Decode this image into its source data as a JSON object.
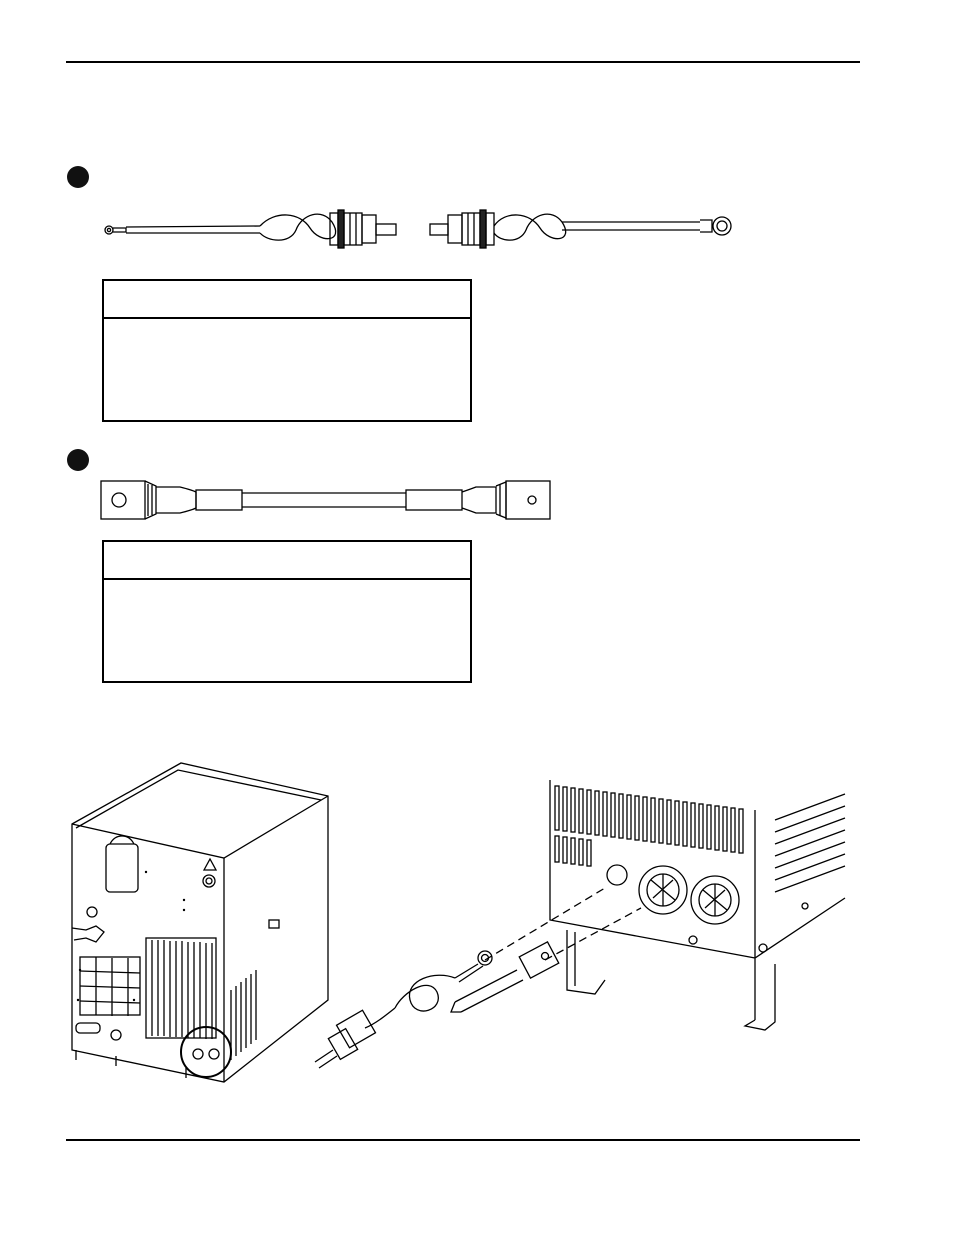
{
  "page": {
    "background": "#ffffff",
    "ink": "#000000"
  },
  "sections": [
    {
      "id": "1",
      "icon": "filled-circle-bullet",
      "part": "ground-lead-with-ring-terminals",
      "table": {
        "header": "",
        "body": ""
      }
    },
    {
      "id": "2",
      "icon": "filled-circle-bullet",
      "part": "power-lead-with-lug-terminals",
      "table": {
        "header": "",
        "body": ""
      }
    }
  ],
  "illustration": {
    "left": "cooler-unit-rear-view",
    "right": "rear-panel-connection-detail"
  }
}
